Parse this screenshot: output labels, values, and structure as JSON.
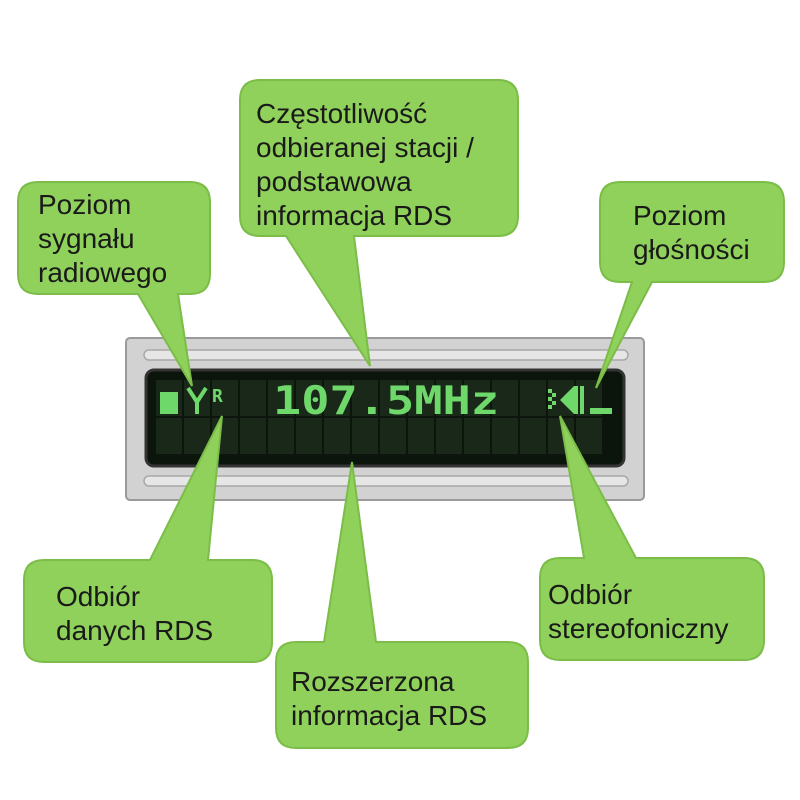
{
  "display": {
    "frequency_text": "107.5MHz",
    "rds_flag": "R",
    "colors": {
      "bezel": "#c8c8c8",
      "lcd_background": "#0a1a0a",
      "lcd_segment": "#1b2e1b",
      "lcd_text": "#6fd86a",
      "callout_fill": "#8fd15a",
      "callout_stroke": "#7bbd48"
    },
    "icons": [
      "signal-level-icon",
      "antenna-icon",
      "stereo-icon",
      "volume-bar-icon"
    ]
  },
  "callouts": {
    "signal": "Poziom\nsygnału\nradiowego",
    "frequency": "Częstotliwość\nodbieranej stacji /\npodstawowa\ninformacja RDS",
    "volume": "Poziom\ngłośności",
    "rds_reception": "Odbiór\ndanych RDS",
    "extended_rds": "Rozszerzona\ninformacja RDS",
    "stereo": "Odbiór\nstereofoniczny"
  }
}
